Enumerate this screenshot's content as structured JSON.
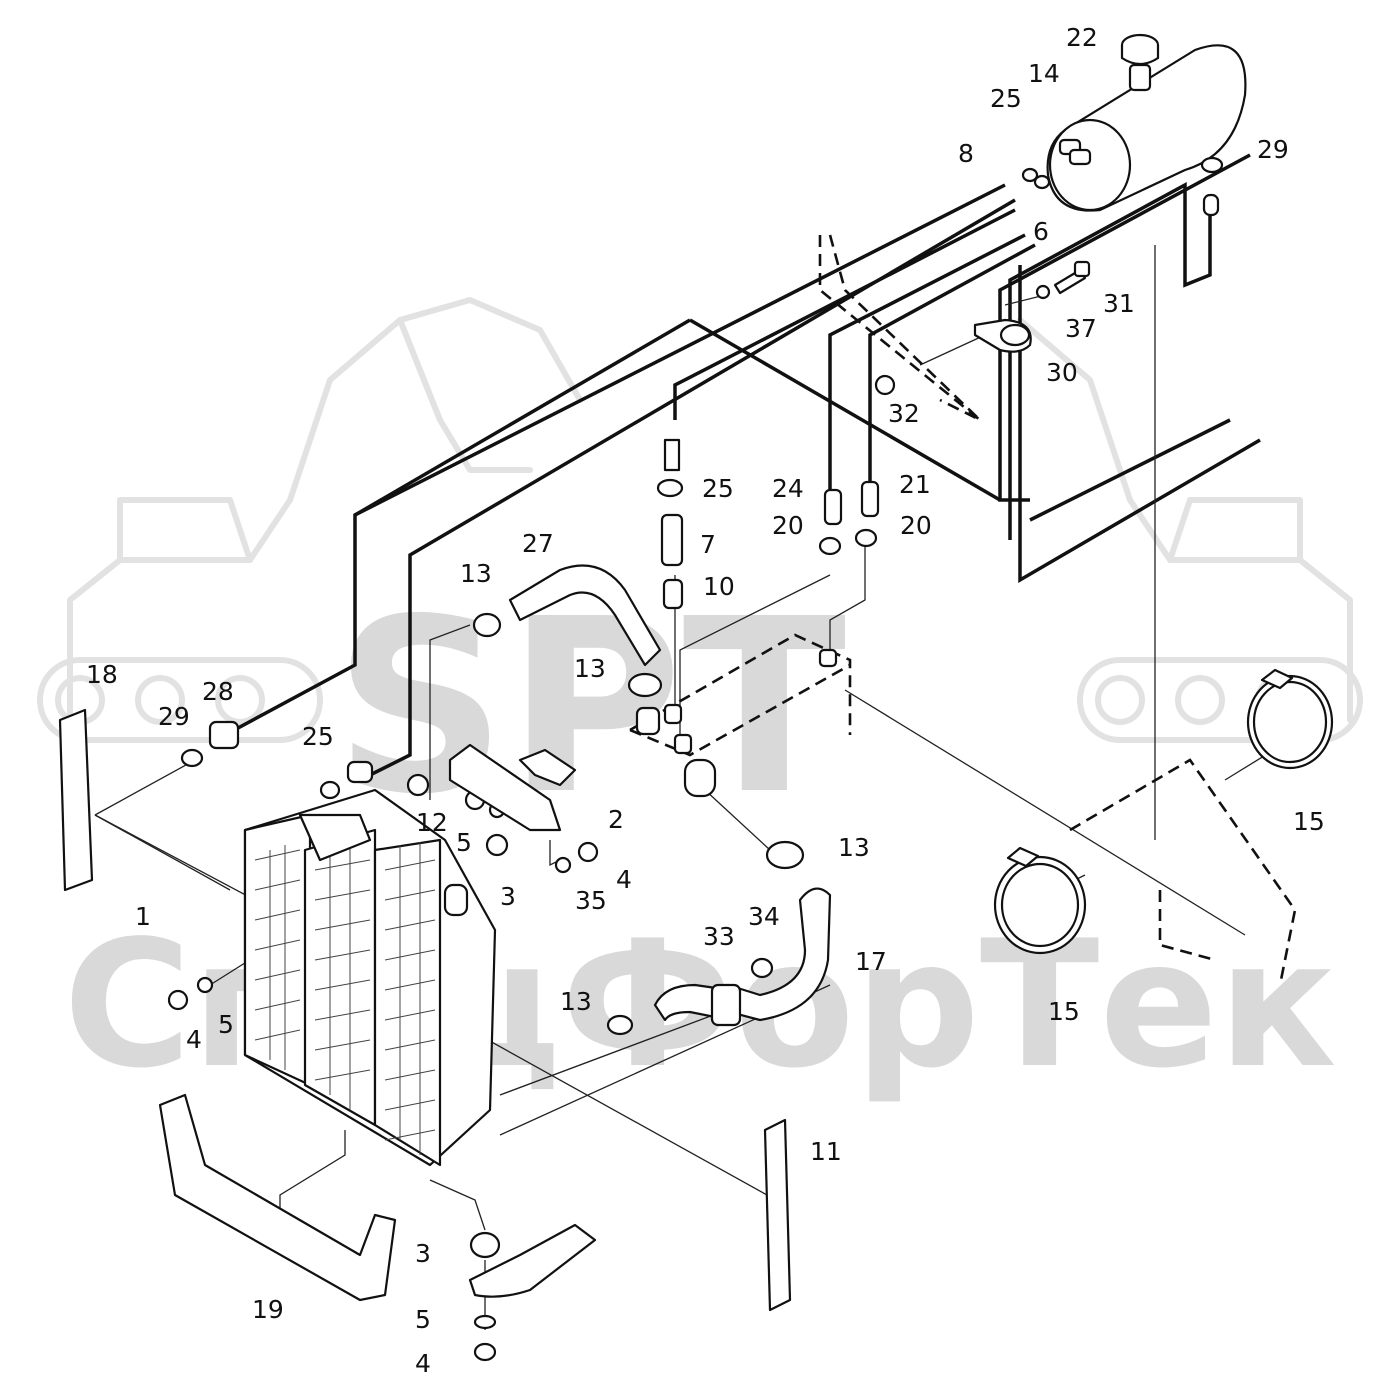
{
  "watermark": {
    "logo_text": "SPT",
    "company_text": "СпецФорТек",
    "color": "#d9d9d9"
  },
  "callouts": [
    {
      "id": "c1",
      "label": "1"
    },
    {
      "id": "c2",
      "label": "2"
    },
    {
      "id": "c3a",
      "label": "3"
    },
    {
      "id": "c3b",
      "label": "3"
    },
    {
      "id": "c4a",
      "label": "4"
    },
    {
      "id": "c4b",
      "label": "4"
    },
    {
      "id": "c4c",
      "label": "4"
    },
    {
      "id": "c5a",
      "label": "5"
    },
    {
      "id": "c5b",
      "label": "5"
    },
    {
      "id": "c5c",
      "label": "5"
    },
    {
      "id": "c6",
      "label": "6"
    },
    {
      "id": "c7",
      "label": "7"
    },
    {
      "id": "c8",
      "label": "8"
    },
    {
      "id": "c10",
      "label": "10"
    },
    {
      "id": "c11",
      "label": "11"
    },
    {
      "id": "c12",
      "label": "12"
    },
    {
      "id": "c13a",
      "label": "13"
    },
    {
      "id": "c13b",
      "label": "13"
    },
    {
      "id": "c13c",
      "label": "13"
    },
    {
      "id": "c13d",
      "label": "13"
    },
    {
      "id": "c14",
      "label": "14"
    },
    {
      "id": "c15a",
      "label": "15"
    },
    {
      "id": "c15b",
      "label": "15"
    },
    {
      "id": "c17",
      "label": "17"
    },
    {
      "id": "c18",
      "label": "18"
    },
    {
      "id": "c19",
      "label": "19"
    },
    {
      "id": "c20a",
      "label": "20"
    },
    {
      "id": "c20b",
      "label": "20"
    },
    {
      "id": "c21",
      "label": "21"
    },
    {
      "id": "c22",
      "label": "22"
    },
    {
      "id": "c24",
      "label": "24"
    },
    {
      "id": "c25a",
      "label": "25"
    },
    {
      "id": "c25b",
      "label": "25"
    },
    {
      "id": "c25c",
      "label": "25"
    },
    {
      "id": "c27",
      "label": "27"
    },
    {
      "id": "c28",
      "label": "28"
    },
    {
      "id": "c29a",
      "label": "29"
    },
    {
      "id": "c29b",
      "label": "29"
    },
    {
      "id": "c30",
      "label": "30"
    },
    {
      "id": "c31",
      "label": "31"
    },
    {
      "id": "c32",
      "label": "32"
    },
    {
      "id": "c33",
      "label": "33"
    },
    {
      "id": "c34",
      "label": "34"
    },
    {
      "id": "c35",
      "label": "35"
    },
    {
      "id": "c37",
      "label": "37"
    }
  ]
}
